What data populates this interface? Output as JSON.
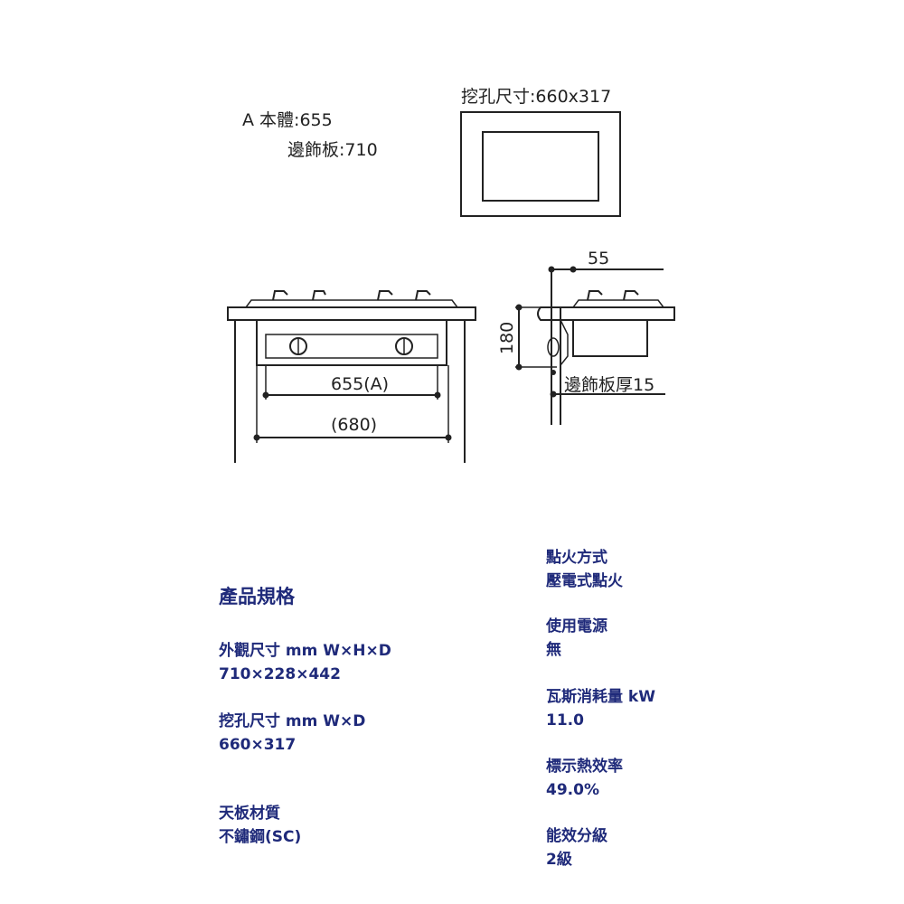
{
  "diagram": {
    "body_label": "A 本體:655",
    "trim_label": "邊飾板:710",
    "cutout_label": "挖孔尺寸:660x317",
    "dim_55": "55",
    "dim_180": "180",
    "dim_655a": "655(A)",
    "dim_680": "(680)",
    "trim_thickness": "邊飾板厚15"
  },
  "specs": {
    "title": "產品規格",
    "left": [
      {
        "label": "外觀尺寸 mm W×H×D",
        "value": "710×228×442"
      },
      {
        "label": "挖孔尺寸 mm W×D",
        "value": "660×317"
      },
      {
        "label": "天板材質",
        "value": "不鏽鋼(SC)"
      }
    ],
    "right": [
      {
        "label": "點火方式",
        "value": "壓電式點火"
      },
      {
        "label": "使用電源",
        "value": "無"
      },
      {
        "label": "瓦斯消耗量 kW",
        "value": "11.0"
      },
      {
        "label": "標示熱效率",
        "value": "49.0%"
      },
      {
        "label": "能效分級",
        "value": "2級"
      }
    ]
  },
  "colors": {
    "spec_text": "#1f2a7a",
    "line": "#222222"
  }
}
